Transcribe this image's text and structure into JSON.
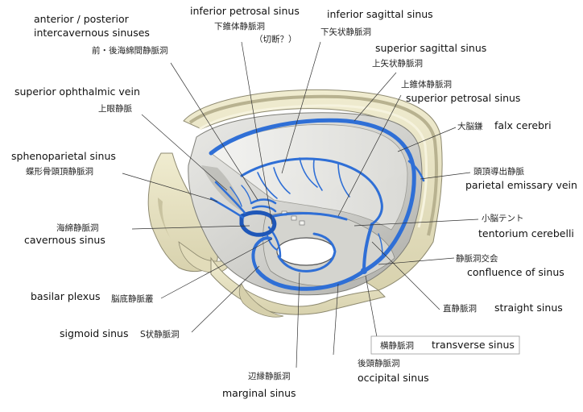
{
  "labels": {
    "ant_post_intercavernous": {
      "en": "anterior / posterior\nintercavernous sinuses",
      "en1": "anterior / posterior",
      "en2": "intercavernous sinuses",
      "jp": "前・後海綿間静脈洞"
    },
    "inferior_petrosal": {
      "en": "inferior petrosal sinus",
      "jp": "下錐体静脈洞",
      "jp_note": "（切断？）"
    },
    "inferior_sagittal": {
      "en": "inferior sagittal sinus",
      "jp": "下矢状静脈洞"
    },
    "superior_sagittal": {
      "en": "superior sagittal sinus",
      "jp": "上矢状静脈洞"
    },
    "superior_petrosal": {
      "en": "superior petrosal sinus",
      "jp": "上錐体静脈洞"
    },
    "superior_ophthalmic": {
      "en": "superior ophthalmic vein",
      "jp": "上眼静脈"
    },
    "falx": {
      "en": "falx cerebri",
      "jp": "大脳鎌"
    },
    "sphenoparietal": {
      "en": "sphenoparietal sinus",
      "jp": "蝶形骨頭頂静脈洞"
    },
    "parietal_emissary": {
      "en": "parietal emissary vein",
      "jp": "頭頂導出静脈"
    },
    "cavernous": {
      "en": "cavernous sinus",
      "jp": "海綿静脈洞"
    },
    "tentorium": {
      "en": "tentorium cerebelli",
      "jp": "小脳テント"
    },
    "confluence": {
      "en": "confluence of sinus",
      "jp": "静脈洞交会"
    },
    "basilar": {
      "en": "basilar plexus",
      "jp": "脳底静脈叢"
    },
    "straight": {
      "en": "straight sinus",
      "jp": "直静脈洞"
    },
    "sigmoid": {
      "en": "sigmoid sinus",
      "jp": "S状静脈洞"
    },
    "transverse": {
      "en": "transverse sinus",
      "jp": "横静脈洞"
    },
    "occipital": {
      "en": "occipital sinus",
      "jp": "後頭静脈洞"
    },
    "marginal": {
      "en": "marginal sinus",
      "jp": "辺縁静脈洞"
    }
  },
  "colors": {
    "sinus_blue": "#2f6fd6",
    "bone": "#ece7c7",
    "dura_grey": "#c9c9c4",
    "skull_shadow": "#d9d4b2"
  }
}
